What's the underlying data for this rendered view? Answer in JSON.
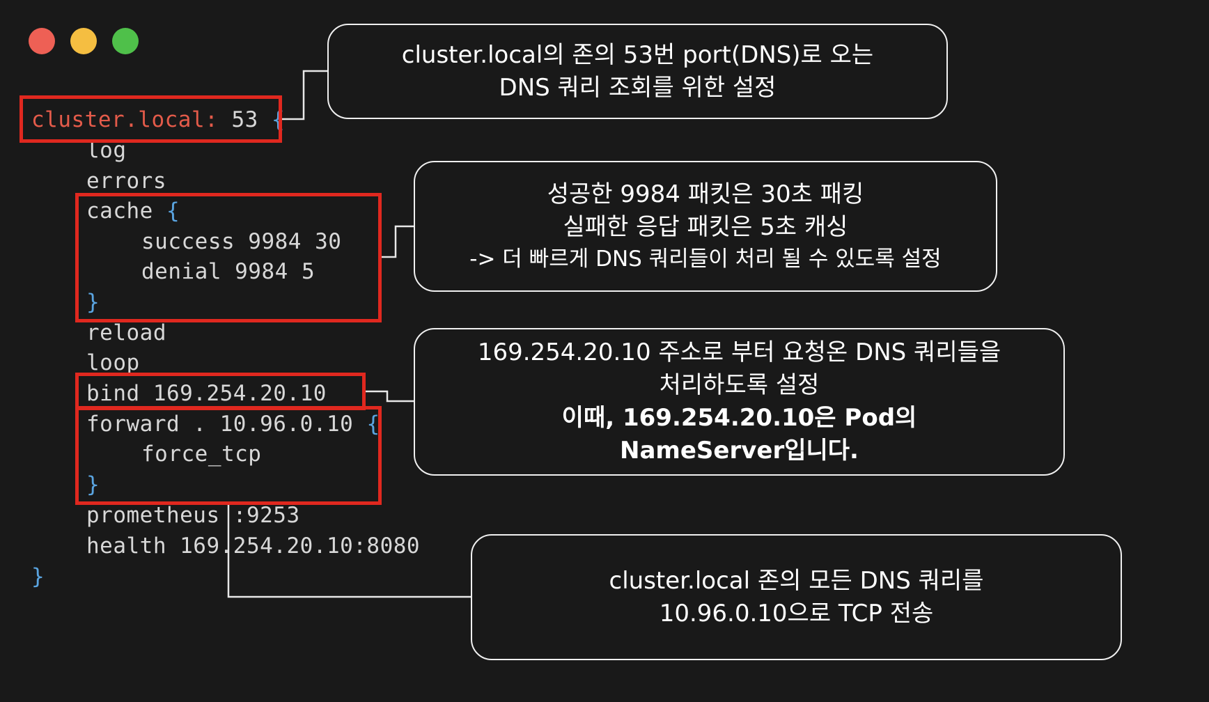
{
  "window_controls": [
    {
      "name": "close",
      "color": "#ee6055"
    },
    {
      "name": "minimize",
      "color": "#f5be41"
    },
    {
      "name": "maximize",
      "color": "#4fc04a"
    }
  ],
  "code": {
    "zone": "cluster.local:",
    "port": "53",
    "open_brace": "{",
    "log": "log",
    "errors": "errors",
    "cache": "cache",
    "cache_open": "{",
    "success": "success 9984 30",
    "denial": "denial 9984 5",
    "cache_close": "}",
    "reload": "reload",
    "loop": "loop",
    "bind": "bind 169.254.20.10",
    "forward": "forward . 10.96.0.10",
    "forward_open": "{",
    "force_tcp": "force_tcp",
    "forward_close": "}",
    "prometheus": "prometheus :9253",
    "health": "health 169.254.20.10:8080",
    "close_brace": "}"
  },
  "notes": {
    "zone": {
      "line1": "cluster.local의 존의 53번 port(DNS)로 오는",
      "line2": "DNS 쿼리 조회를 위한 설정"
    },
    "cache": {
      "line1": "성공한 9984 패킷은 30초 패킹",
      "line2": "실패한 응답 패킷은 5초 캐싱",
      "line3": "-> 더 빠르게 DNS 쿼리들이 처리 될 수 있도록 설정"
    },
    "bind": {
      "line1": "169.254.20.10 주소로 부터 요청온 DNS 쿼리들을",
      "line2": "처리하도록 설정",
      "line3": "이때, 169.254.20.10은 Pod의",
      "line4": "NameServer입니다."
    },
    "forward": {
      "line1": "cluster.local 존의 모든 DNS 쿼리를",
      "line2": "10.96.0.10으로 TCP 전송"
    }
  },
  "colors": {
    "background": "#191919",
    "highlight_box": "#e0281f",
    "brace": "#5aa4e0",
    "zone_text": "#e45b4a",
    "code_text": "#d8d8d8",
    "note_border": "#f0f0f0"
  }
}
